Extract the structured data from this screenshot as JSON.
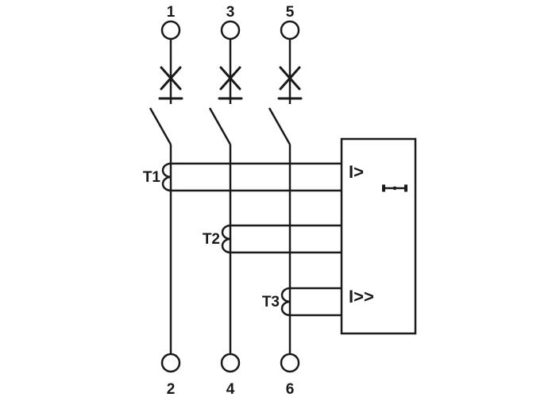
{
  "diagram": {
    "poles": [
      {
        "top_terminal": "1",
        "bottom_terminal": "2",
        "ct_label": "T1"
      },
      {
        "top_terminal": "3",
        "bottom_terminal": "4",
        "ct_label": "T2"
      },
      {
        "top_terminal": "5",
        "bottom_terminal": "6",
        "ct_label": "T3"
      }
    ],
    "trip_unit": {
      "overload_label": "I>",
      "short_circuit_label": "I>>",
      "adjustment_icon": "dumbbell-adjustment-icon"
    },
    "colors": {
      "line": "#1a1a1a",
      "background": "#ffffff"
    }
  }
}
